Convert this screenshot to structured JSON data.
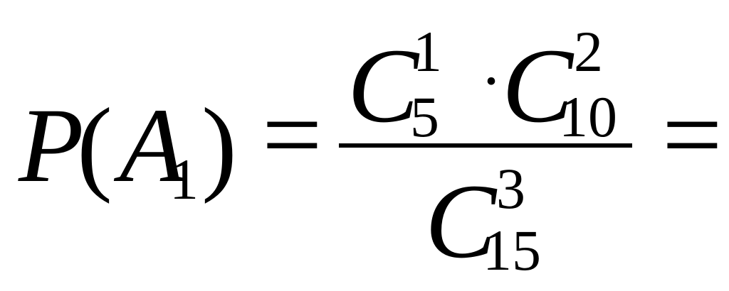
{
  "formula": {
    "lhs": {
      "func": "P",
      "open_paren": "(",
      "event_letter": "A",
      "event_index": "1",
      "close_paren": ")"
    },
    "equals": "=",
    "numerator": {
      "term1": {
        "symbol": "C",
        "sub": "5",
        "sup": "1"
      },
      "operator": "·",
      "term2": {
        "symbol": "C",
        "sub": "10",
        "sup": "2"
      }
    },
    "denominator": {
      "symbol": "C",
      "sub": "15",
      "sup": "3"
    },
    "trailing_equals": "="
  }
}
